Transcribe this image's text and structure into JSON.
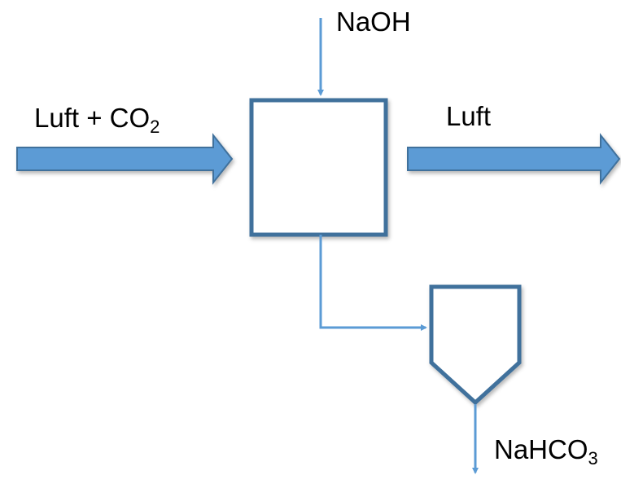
{
  "colors": {
    "arrow_fill": "#5b9bd5",
    "arrow_stroke": "#41719c",
    "vessel_stroke": "#41719c",
    "pipe": "#5b9bd5",
    "text": "#000000"
  },
  "labels": {
    "input_stream": {
      "main": "Luft + CO",
      "subscript": "2"
    },
    "reagent": "NaOH",
    "output_stream": "Luft",
    "product": {
      "main": "NaHCO",
      "subscript": "3"
    }
  }
}
